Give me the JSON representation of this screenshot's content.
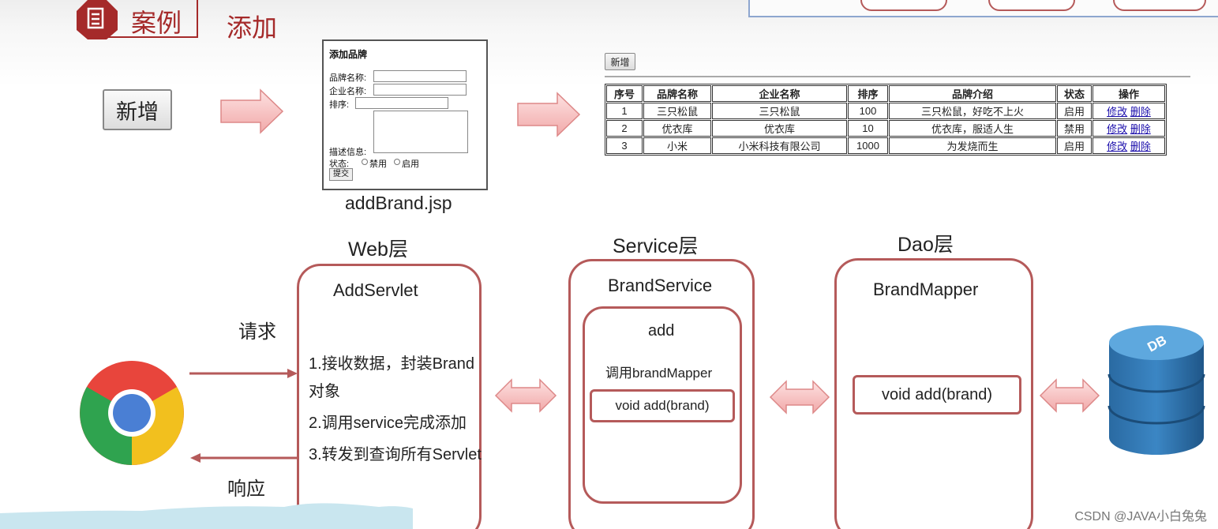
{
  "header": {
    "case_label": "案例",
    "add_label": "添加"
  },
  "new_button_label": "新增",
  "form": {
    "title": "添加品牌",
    "brand_name_label": "品牌名称:",
    "company_name_label": "企业名称:",
    "order_label": "排序:",
    "description_label": "描述信息:",
    "status_label": "状态:",
    "status_disabled": "禁用",
    "status_enabled": "启用",
    "submit_label": "提交",
    "file_label": "addBrand.jsp"
  },
  "list_page": {
    "new_label": "新增",
    "columns": [
      "序号",
      "品牌名称",
      "企业名称",
      "排序",
      "品牌介绍",
      "状态",
      "操作"
    ],
    "rows": [
      {
        "id": "1",
        "brand": "三只松鼠",
        "company": "三只松鼠",
        "order": "100",
        "desc": "三只松鼠，好吃不上火",
        "status": "启用",
        "edit": "修改",
        "delete": "删除"
      },
      {
        "id": "2",
        "brand": "优衣库",
        "company": "优衣库",
        "order": "10",
        "desc": "优衣库，服适人生",
        "status": "禁用",
        "edit": "修改",
        "delete": "删除"
      },
      {
        "id": "3",
        "brand": "小米",
        "company": "小米科技有限公司",
        "order": "1000",
        "desc": "为发烧而生",
        "status": "启用",
        "edit": "修改",
        "delete": "删除"
      }
    ]
  },
  "diagram": {
    "request_label": "请求",
    "response_label": "响应",
    "web": {
      "title": "Web层",
      "servlet": "AddServlet",
      "step1": "1.接收数据，封装Brand",
      "step1b": "对象",
      "step2": "2.调用service完成添加",
      "step3": "3.转发到查询所有Servlet"
    },
    "service": {
      "title": "Service层",
      "name": "BrandService",
      "method": "add",
      "call": "调用brandMapper",
      "signature": "void add(brand)"
    },
    "dao": {
      "title": "Dao层",
      "name": "BrandMapper",
      "signature": "void add(brand)"
    },
    "db_label": "DB"
  },
  "watermark": "CSDN @JAVA小白兔兔",
  "colors": {
    "accent_red": "#a52a2a",
    "box_border": "#b55a5a",
    "arrow_fill": "#f6c4c4",
    "db_blue": "#2f6fa5"
  }
}
